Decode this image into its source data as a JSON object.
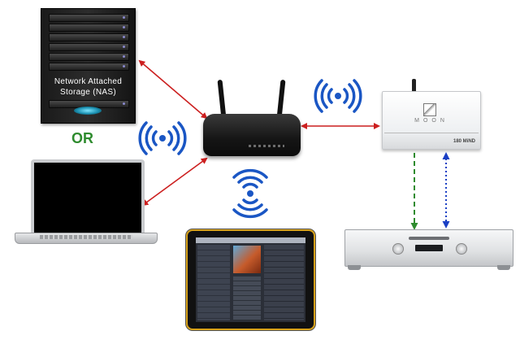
{
  "nas": {
    "label_line1": "Network Attached",
    "label_line2": "Storage (NAS)"
  },
  "or_label": "OR",
  "mind": {
    "brand": "MOON",
    "model": "180 MiND"
  },
  "colors": {
    "link_red": "#cc1f1f",
    "wifi_blue": "#1a56c4",
    "dash_green": "#2e8b2e",
    "dot_blue": "#1a3fc4",
    "or_green": "#2e8b2e"
  },
  "icons": {
    "wifi_near_nas": "wifi-signal-icon",
    "wifi_below_router": "wifi-signal-icon",
    "wifi_near_mind": "wifi-signal-icon"
  }
}
